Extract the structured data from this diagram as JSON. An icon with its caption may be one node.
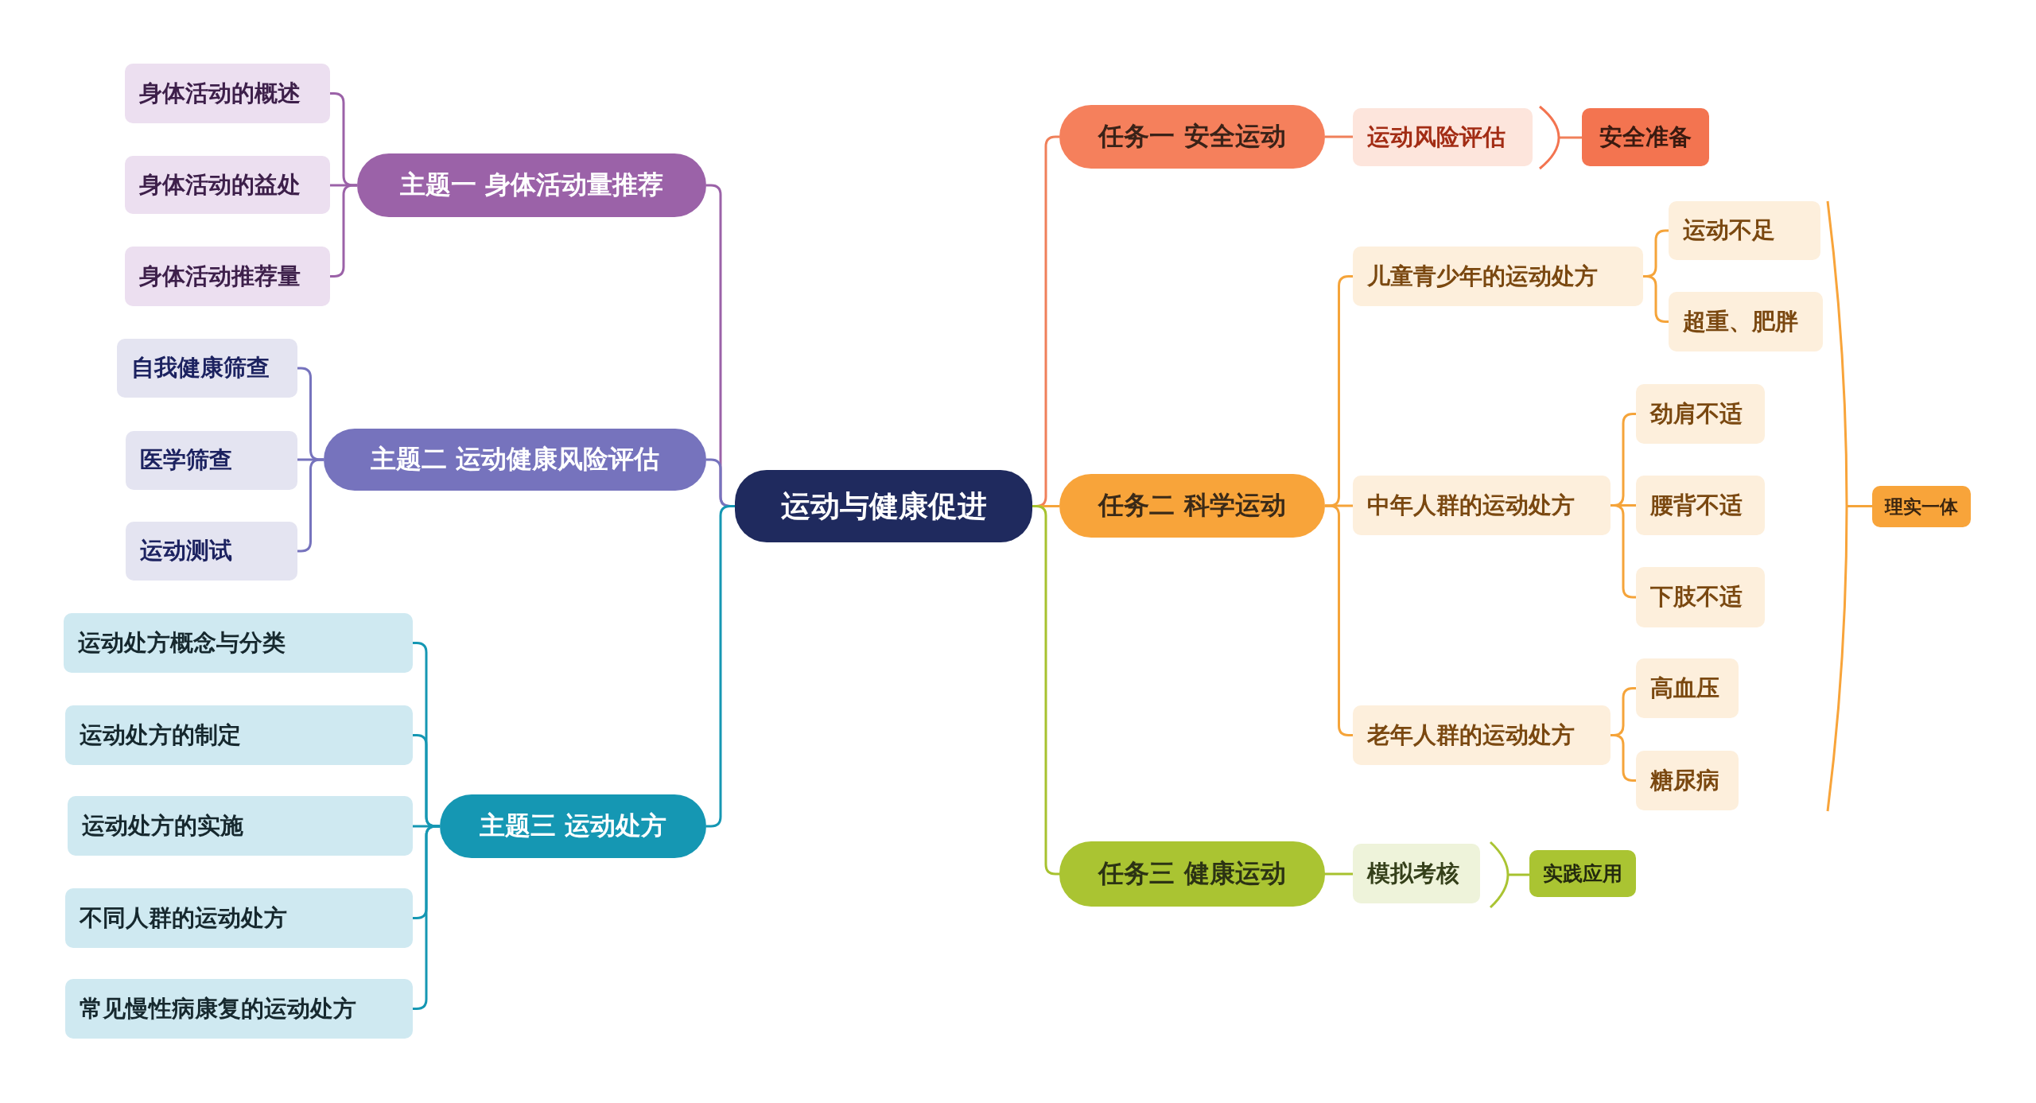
{
  "diagram": {
    "nodes": [
      {
        "text": [
          "运动与健康促进"
        ]
      },
      {
        "text": [
          "主题一 身体活动量推荐"
        ]
      },
      {
        "text": [
          "身体活动的概述"
        ]
      },
      {
        "text": [
          "身体活动的益处"
        ]
      },
      {
        "text": [
          "身体活动推荐量"
        ]
      },
      {
        "text": [
          "主题二 运动健康风险评估"
        ]
      },
      {
        "text": [
          "自我健康筛查"
        ]
      },
      {
        "text": [
          "医学筛查"
        ]
      },
      {
        "text": [
          "运动测试"
        ]
      },
      {
        "text": [
          "主题三 运动处方"
        ]
      },
      {
        "text": [
          "运动处方概念与分类"
        ]
      },
      {
        "text": [
          "运动处方的制定"
        ]
      },
      {
        "text": [
          "运动处方的实施"
        ]
      },
      {
        "text": [
          "不同人群的运动处方"
        ]
      },
      {
        "text": [
          "常见慢性病康复的运动处方"
        ]
      },
      {
        "text": [
          "任务一 安全运动"
        ]
      },
      {
        "text": [
          "运动风险评估"
        ]
      },
      {
        "text": [],
        "shape": "brace"
      },
      {
        "text": [
          "安全准备"
        ]
      },
      {
        "text": [
          "任务二 科学运动"
        ]
      },
      {
        "text": [
          "儿童青少年的运动处方"
        ]
      },
      {
        "text": [
          "运动不足"
        ]
      },
      {
        "text": [
          "超重、肥胖"
        ]
      },
      {
        "text": [
          "中年人群的运动处方"
        ]
      },
      {
        "text": [
          "劲肩不适"
        ]
      },
      {
        "text": [
          "腰背不适"
        ]
      },
      {
        "text": [
          "下肢不适"
        ]
      },
      {
        "text": [
          "老年人群的运动处方"
        ]
      },
      {
        "text": [
          "高血压"
        ]
      },
      {
        "text": [
          "糖尿病"
        ]
      },
      {
        "text": [],
        "shape": "brace"
      },
      {
        "text": [
          "理实一体"
        ]
      },
      {
        "text": [
          "任务三 健康运动"
        ]
      },
      {
        "text": [
          "模拟考核"
        ]
      },
      {
        "text": [],
        "shape": "brace"
      },
      {
        "text": [
          "实践应用"
        ]
      }
    ],
    "edges": [
      {
        "from": 0,
        "to": 1,
        "arrow": "none",
        "color": "#9b62a8"
      },
      {
        "from": 1,
        "to": 2,
        "arrow": "none",
        "color": "#9b62a8"
      },
      {
        "from": 1,
        "to": 3,
        "arrow": "none",
        "color": "#9b62a8"
      },
      {
        "from": 1,
        "to": 4,
        "arrow": "none",
        "color": "#9b62a8"
      },
      {
        "from": 0,
        "to": 5,
        "arrow": "none",
        "color": "#7673bd"
      },
      {
        "from": 5,
        "to": 6,
        "arrow": "none",
        "color": "#7673bd"
      },
      {
        "from": 5,
        "to": 7,
        "arrow": "none",
        "color": "#7673bd"
      },
      {
        "from": 5,
        "to": 8,
        "arrow": "none",
        "color": "#7673bd"
      },
      {
        "from": 0,
        "to": 9,
        "arrow": "none",
        "color": "#1597b3"
      },
      {
        "from": 9,
        "to": 10,
        "arrow": "none",
        "color": "#1597b3"
      },
      {
        "from": 9,
        "to": 11,
        "arrow": "none",
        "color": "#1597b3"
      },
      {
        "from": 9,
        "to": 12,
        "arrow": "none",
        "color": "#1597b3"
      },
      {
        "from": 9,
        "to": 13,
        "arrow": "none",
        "color": "#1597b3"
      },
      {
        "from": 9,
        "to": 14,
        "arrow": "none",
        "color": "#1597b3"
      },
      {
        "from": 0,
        "to": 15,
        "arrow": "none",
        "color": "#f0805a"
      },
      {
        "from": 15,
        "to": 16,
        "arrow": "none",
        "color": "#f0805a"
      },
      {
        "from": 17,
        "to": 18,
        "arrow": "none",
        "color": "#f0805a"
      },
      {
        "from": 0,
        "to": 19,
        "arrow": "none",
        "color": "#f5a43a"
      },
      {
        "from": 19,
        "to": 20,
        "arrow": "none",
        "color": "#f5a43a"
      },
      {
        "from": 20,
        "to": 21,
        "arrow": "none",
        "color": "#f5a43a"
      },
      {
        "from": 20,
        "to": 22,
        "arrow": "none",
        "color": "#f5a43a"
      },
      {
        "from": 19,
        "to": 23,
        "arrow": "none",
        "color": "#f5a43a"
      },
      {
        "from": 23,
        "to": 24,
        "arrow": "none",
        "color": "#f5a43a"
      },
      {
        "from": 23,
        "to": 25,
        "arrow": "none",
        "color": "#f5a43a"
      },
      {
        "from": 23,
        "to": 26,
        "arrow": "none",
        "color": "#f5a43a"
      },
      {
        "from": 19,
        "to": 27,
        "arrow": "none",
        "color": "#f5a43a"
      },
      {
        "from": 27,
        "to": 28,
        "arrow": "none",
        "color": "#f5a43a"
      },
      {
        "from": 27,
        "to": 29,
        "arrow": "none",
        "color": "#f5a43a"
      },
      {
        "from": 30,
        "to": 31,
        "arrow": "none",
        "color": "#f5a43a"
      },
      {
        "from": 0,
        "to": 32,
        "arrow": "none",
        "color": "#a7c22f"
      },
      {
        "from": 32,
        "to": 33,
        "arrow": "none",
        "color": "#a7c22f"
      },
      {
        "from": 34,
        "to": 35,
        "arrow": "none",
        "color": "#a7c22f"
      }
    ]
  }
}
